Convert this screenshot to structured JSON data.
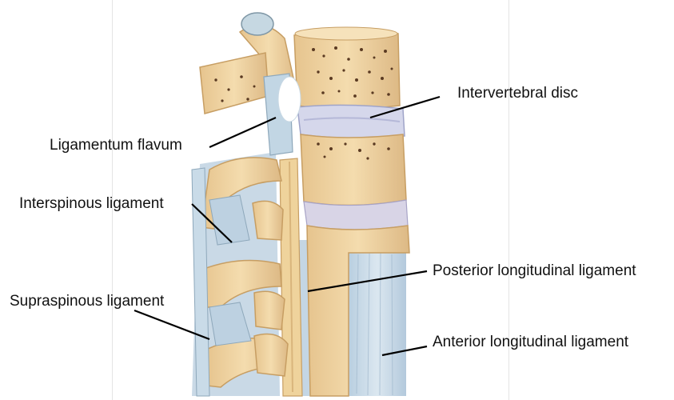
{
  "labels": {
    "intervertebral_disc": "Intervertebral disc",
    "ligamentum_flavum": "Ligamentum flavum",
    "interspinous_ligament": "Interspinous ligament",
    "posterior_longitudinal_ligament": "Posterior longitudinal ligament",
    "supraspinous_ligament": "Supraspinous ligament",
    "anterior_longitudinal_ligament": "Anterior longitudinal ligament"
  },
  "colors": {
    "bone": "#f0d6a4",
    "bone_dark": "#d9b37a",
    "ligament": "#c7d8e6",
    "disc": "#d6d8ea",
    "pore": "#5a3a22",
    "leader_line": "#000000",
    "text": "#111111"
  }
}
